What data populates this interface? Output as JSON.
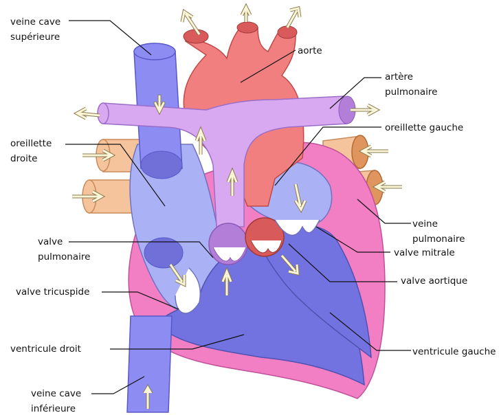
{
  "labels": {
    "veine_cave_sup": "veine cave\nsupérieure",
    "aorte": "aorte",
    "artere_pulmonaire": "artère\npulmonaire",
    "oreillette_gauche": "oreillette gauche",
    "oreillette_droite": "oreillette\ndroite",
    "veine_pulmonaire": "veine\npulmonaire",
    "valve_pulmonaire": "valve\npulmonaire",
    "valve_mitrale": "valve mitrale",
    "valve_aortique": "valve aortique",
    "valve_tricuspide": "valve tricuspide",
    "ventricule_droit": "ventricule droit",
    "ventricule_gauche": "ventricule gauche",
    "veine_cave_inf": "veine cave\ninférieure"
  },
  "colors": {
    "vena_cava": "#8c8cf2",
    "vena_cava_dark": "#7070d8",
    "aorta": "#f27f7f",
    "aorta_dark": "#d85a5a",
    "pulmonary_artery": "#d8a8f0",
    "pulmonary_artery_dark": "#b27ed8",
    "pulmonary_vein": "#f5c39c",
    "pulmonary_vein_dark": "#e0955e",
    "myocardium": "#f27fc4",
    "chamber_light": "#aab2f5",
    "chamber_dark": "#7272e0",
    "arrow_fill": "#fcf6d8"
  }
}
